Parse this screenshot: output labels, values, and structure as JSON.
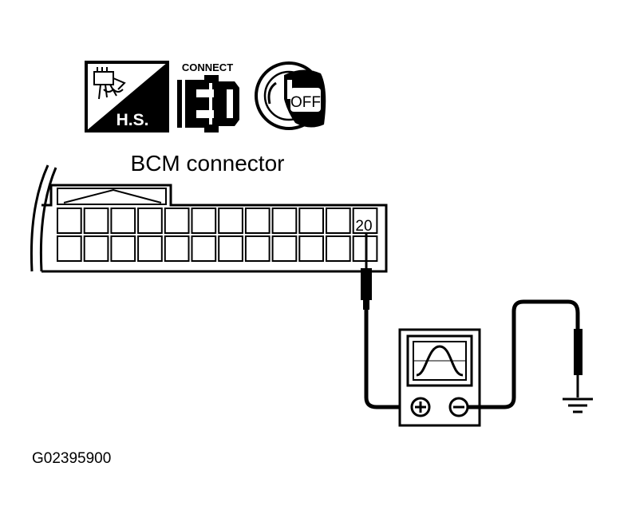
{
  "icons": {
    "harness": {
      "label": "H.S."
    },
    "connect": {
      "label": "CONNECT"
    },
    "ignition": {
      "label": "OFF"
    }
  },
  "connector": {
    "title": "BCM connector",
    "terminal": "20"
  },
  "figure_id": "G02395900"
}
